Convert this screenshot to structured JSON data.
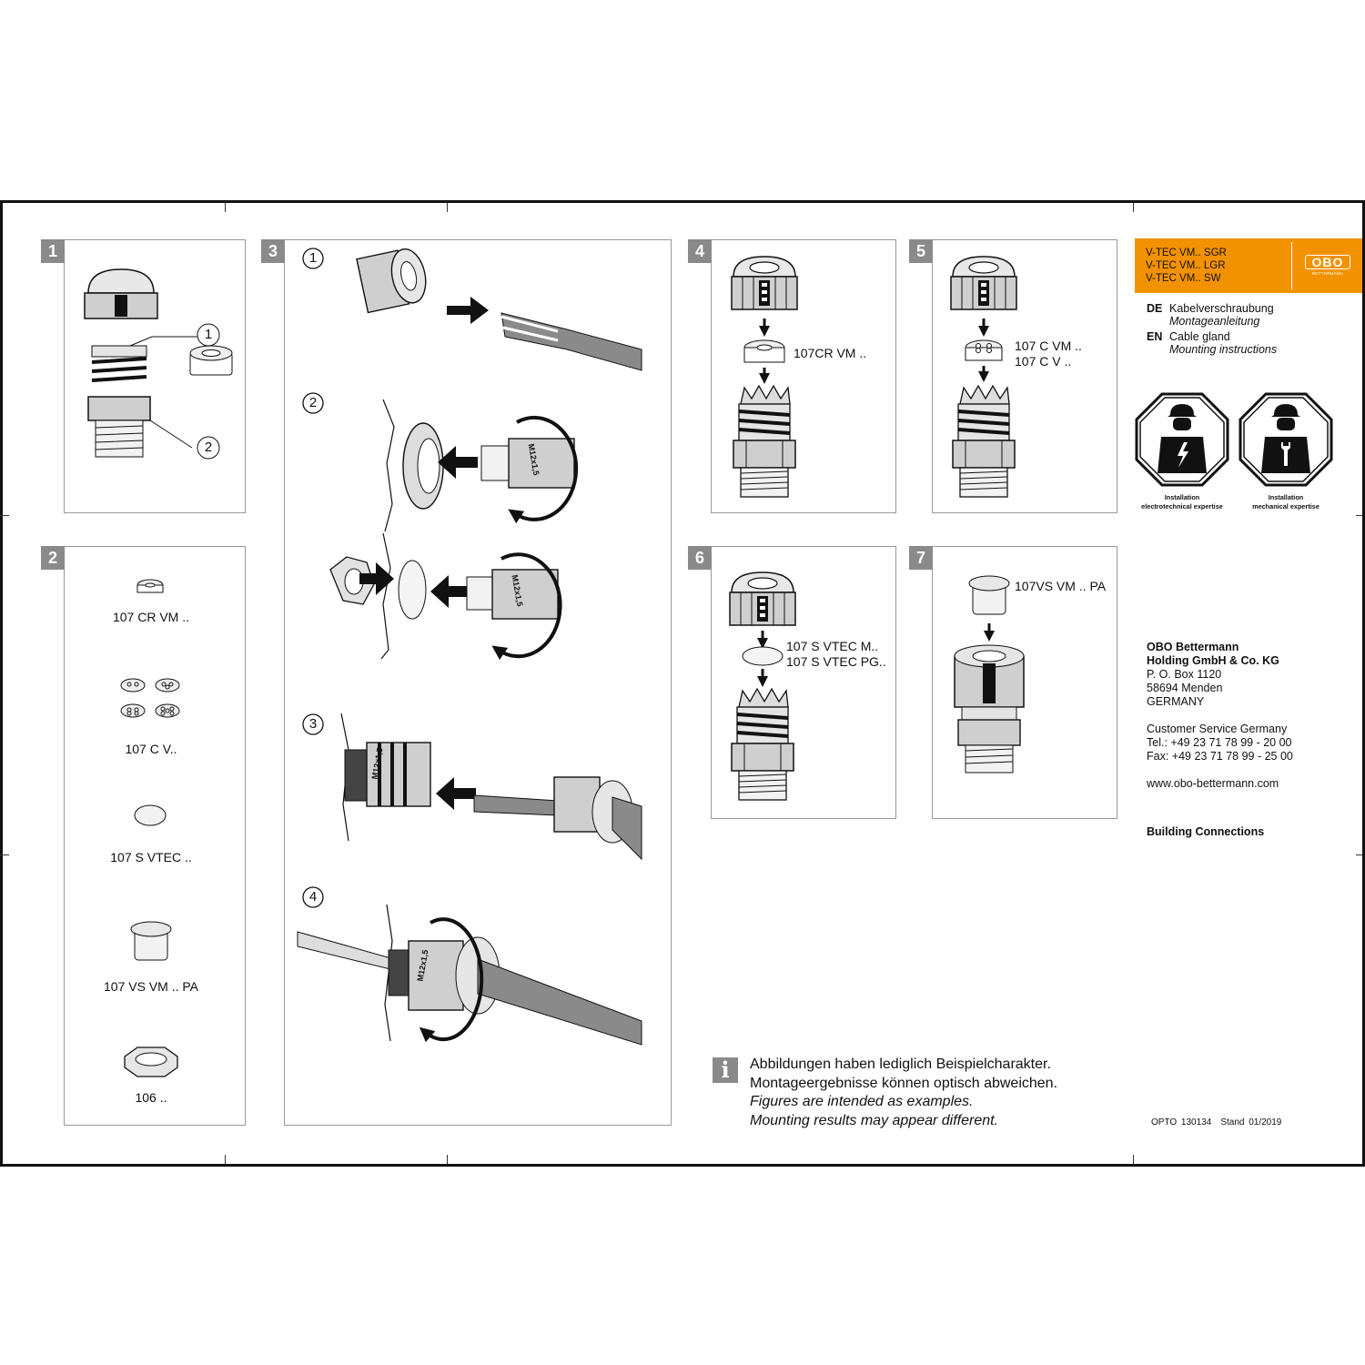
{
  "panels": [
    {
      "num": "1",
      "callouts": [
        "1",
        "2"
      ]
    },
    {
      "num": "2",
      "parts": [
        "107 CR VM ..",
        "107 C V..",
        "107 S VTEC ..",
        "107 VS VM .. PA",
        "106 .."
      ]
    },
    {
      "num": "3",
      "steps": [
        "1",
        "2",
        "3",
        "4"
      ],
      "thread_label": "M12x1,5"
    },
    {
      "num": "4",
      "label": "107CR VM .."
    },
    {
      "num": "5",
      "labels": [
        "107 C VM ..",
        "107 C V .."
      ]
    },
    {
      "num": "6",
      "labels": [
        "107 S VTEC M..",
        "107 S VTEC PG.."
      ]
    },
    {
      "num": "7",
      "label": "107VS VM .. PA"
    }
  ],
  "header": {
    "products": [
      "V-TEC VM.. SGR",
      "V-TEC VM.. LGR",
      "V-TEC VM.. SW"
    ],
    "logo_text": "OBO",
    "logo_subtext": "BETTERMANN"
  },
  "languages": [
    {
      "code": "DE",
      "title": "Kabelverschraubung",
      "subtitle": "Montageanleitung"
    },
    {
      "code": "EN",
      "title": "Cable gland",
      "subtitle": "Mounting instructions"
    }
  ],
  "safety": [
    {
      "icon": "electrician-icon",
      "line1": "Installation",
      "line2": "electrotechnical expertise"
    },
    {
      "icon": "mechanic-icon",
      "line1": "Installation",
      "line2": "mechanical expertise"
    }
  ],
  "company": {
    "name": "OBO Bettermann",
    "legal": "Holding GmbH & Co. KG",
    "pobox": "P. O. Box 1120",
    "city": "58694 Menden",
    "country": "GERMANY",
    "service": "Customer Service Germany",
    "tel": "Tel.: +49 23 71 78 99 - 20 00",
    "fax": "Fax: +49 23 71 78 99 - 25 00",
    "web": "www.obo-bettermann.com",
    "tagline": "Building Connections"
  },
  "disclaimer": {
    "icon_letter": "i",
    "de1": "Abbildungen haben lediglich Beispielcharakter.",
    "de2": "Montageergebnisse können optisch abweichen.",
    "en1": "Figures are intended as examples.",
    "en2": "Mounting results may appear different."
  },
  "docref": {
    "code": "OPTO 130134",
    "date": "Stand 01/2019"
  }
}
